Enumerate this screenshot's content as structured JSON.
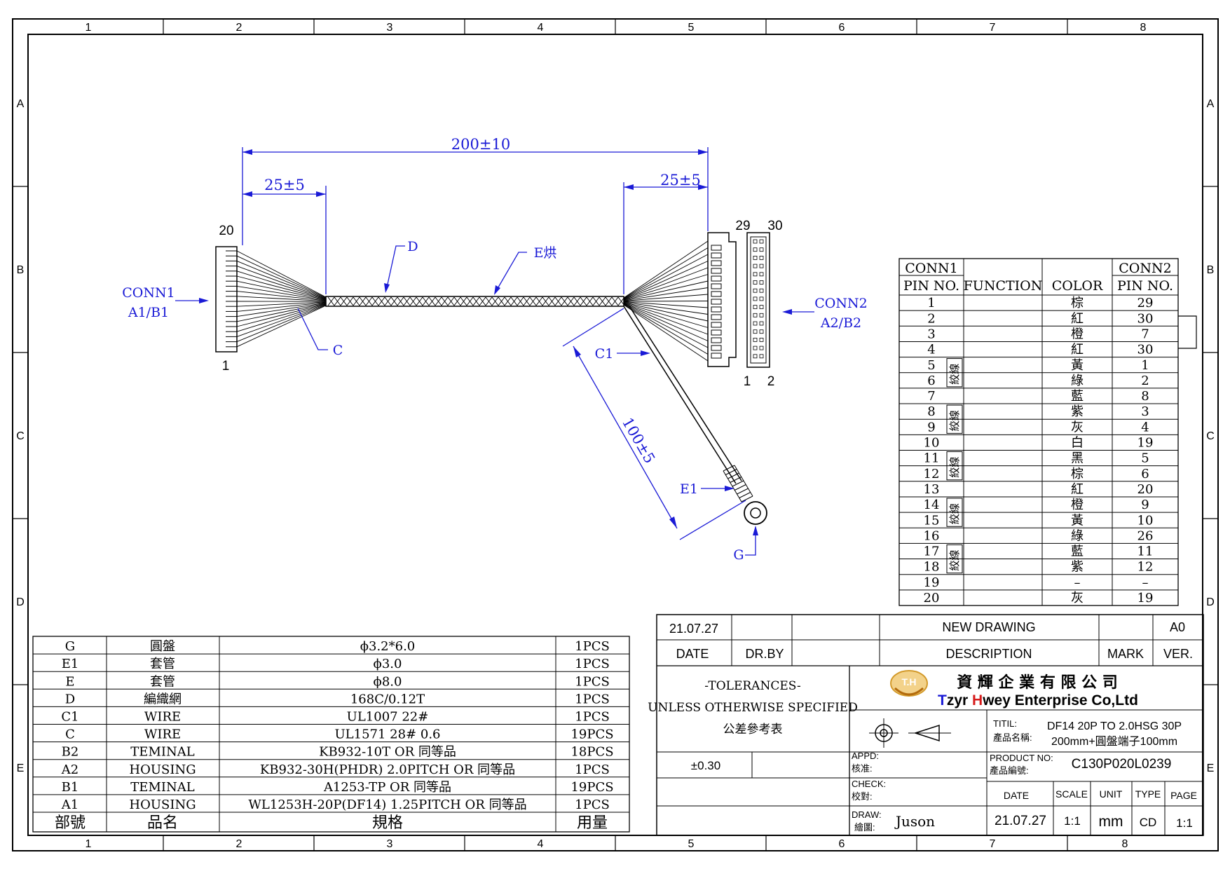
{
  "frame": {
    "columns": [
      "1",
      "2",
      "3",
      "4",
      "5",
      "6",
      "7",
      "8"
    ],
    "rows": [
      "A",
      "B",
      "C",
      "D",
      "E"
    ],
    "bottom_columns": [
      "1",
      "2",
      "3",
      "4",
      "5",
      "6",
      "7",
      "8"
    ]
  },
  "drawing": {
    "dim_total": "200±10",
    "dim_left": "25±5",
    "dim_right": "25±5",
    "dim_branch": "100±5",
    "conn1_pin_top": "20",
    "conn1_pin_bottom": "1",
    "conn2_pin_top_a": "29",
    "conn2_pin_top_b": "30",
    "conn2_pin_bottom_a": "1",
    "conn2_pin_bottom_b": "2",
    "conn1_label": "CONN1",
    "conn1_sub": "A1/B1",
    "conn2_label": "CONN2",
    "conn2_sub": "A2/B2",
    "callout_d": "D",
    "callout_e": "E烘",
    "callout_c": "C",
    "callout_c1": "C1",
    "callout_e1": "E1",
    "callout_g": "G"
  },
  "pin_table": {
    "headers": {
      "conn1": "CONN1",
      "conn2": "CONN2",
      "pin_no1": "PIN NO.",
      "function": "FUNCTION",
      "color": "COLOR",
      "pin_no2": "PIN NO."
    },
    "twist_label": "絞線",
    "rows": [
      {
        "pin": "1",
        "color": "棕",
        "conn2": "29"
      },
      {
        "pin": "2",
        "color": "紅",
        "conn2": "30"
      },
      {
        "pin": "3",
        "color": "橙",
        "conn2": "7"
      },
      {
        "pin": "4",
        "color": "紅",
        "conn2": "30"
      },
      {
        "pin": "5",
        "color": "黃",
        "conn2": "1"
      },
      {
        "pin": "6",
        "color": "綠",
        "conn2": "2"
      },
      {
        "pin": "7",
        "color": "藍",
        "conn2": "8"
      },
      {
        "pin": "8",
        "color": "紫",
        "conn2": "3"
      },
      {
        "pin": "9",
        "color": "灰",
        "conn2": "4"
      },
      {
        "pin": "10",
        "color": "白",
        "conn2": "19"
      },
      {
        "pin": "11",
        "color": "黑",
        "conn2": "5"
      },
      {
        "pin": "12",
        "color": "棕",
        "conn2": "6"
      },
      {
        "pin": "13",
        "color": "紅",
        "conn2": "20"
      },
      {
        "pin": "14",
        "color": "橙",
        "conn2": "9"
      },
      {
        "pin": "15",
        "color": "黃",
        "conn2": "10"
      },
      {
        "pin": "16",
        "color": "綠",
        "conn2": "26"
      },
      {
        "pin": "17",
        "color": "藍",
        "conn2": "11"
      },
      {
        "pin": "18",
        "color": "紫",
        "conn2": "12"
      },
      {
        "pin": "19",
        "color": "–",
        "conn2": "–"
      },
      {
        "pin": "20",
        "color": "灰",
        "conn2": "19"
      }
    ]
  },
  "bom": {
    "rows": [
      {
        "part": "G",
        "name": "圓盤",
        "spec": "ϕ3.2*6.0",
        "qty": "1PCS"
      },
      {
        "part": "E1",
        "name": "套管",
        "spec": "ϕ3.0",
        "qty": "1PCS"
      },
      {
        "part": "E",
        "name": "套管",
        "spec": "ϕ8.0",
        "qty": "1PCS"
      },
      {
        "part": "D",
        "name": "編織網",
        "spec": "168C/0.12T",
        "qty": "1PCS"
      },
      {
        "part": "C1",
        "name": "WIRE",
        "spec": "UL1007 22#",
        "qty": "1PCS"
      },
      {
        "part": "C",
        "name": "WIRE",
        "spec": "UL1571 28# 0.6",
        "qty": "19PCS"
      },
      {
        "part": "B2",
        "name": "TEMINAL",
        "spec": "KB932-10T OR 同等品",
        "qty": "18PCS"
      },
      {
        "part": "A2",
        "name": "HOUSING",
        "spec": "KB932-30H(PHDR) 2.0PITCH OR 同等品",
        "qty": "1PCS"
      },
      {
        "part": "B1",
        "name": "TEMINAL",
        "spec": "A1253-TP OR 同等品",
        "qty": "19PCS"
      },
      {
        "part": "A1",
        "name": "HOUSING",
        "spec": "WL1253H-20P(DF14) 1.25PITCH OR 同等品",
        "qty": "1PCS"
      }
    ],
    "footer": {
      "part": "部號",
      "name": "品名",
      "spec": "規格",
      "qty": "用量"
    }
  },
  "title_block": {
    "revision_date": "21.07.27",
    "revision_description": "NEW DRAWING",
    "revision_ver": "A0",
    "header_date": "DATE",
    "header_drby": "DR.BY",
    "header_description": "DESCRIPTION",
    "header_mark": "MARK",
    "header_ver": "VER.",
    "tolerances_title": "-TOLERANCES-",
    "tolerances_sub": "UNLESS OTHERWISE SPECIFIED",
    "tolerances_cn": "公差參考表",
    "tolerance_value": "±0.30",
    "logo_text": "T.H",
    "company_cn": "資 輝 企 業 有 限 公 司",
    "company_en_1": "T",
    "company_en_2": "zyr ",
    "company_en_3": "H",
    "company_en_4": "wey Enterprise Co,Ltd",
    "title_label": "TITIL:",
    "title_label_cn": "產品名稱:",
    "title_line1": "DF14 20P TO 2.0HSG 30P",
    "title_line2": "200mm+圓盤端子100mm",
    "appd_label": "APPD:",
    "appd_label_cn": "核准:",
    "product_label": "PRODUCT NO:",
    "product_label_cn": "產品編號:",
    "product_no": "C130P020L0239",
    "check_label": "CHECK:",
    "check_label_cn": "校對:",
    "draw_label": "DRAW:",
    "draw_label_cn": "繪圖:",
    "drawer": "Juson",
    "hdr_date": "DATE",
    "hdr_scale": "SCALE",
    "hdr_unit": "UNIT",
    "hdr_type": "TYPE",
    "hdr_page": "PAGE",
    "val_date": "21.07.27",
    "val_scale": "1:1",
    "val_unit": "mm",
    "val_type": "CD",
    "val_page": "1:1"
  }
}
